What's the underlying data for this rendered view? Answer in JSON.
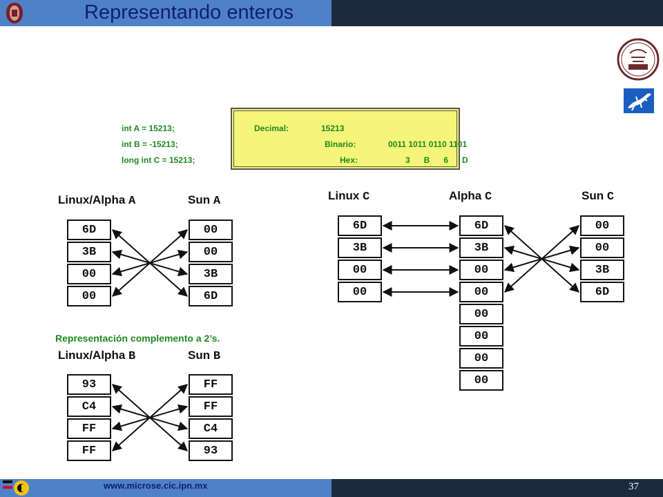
{
  "header": {
    "title": "Representando enteros"
  },
  "code": {
    "line_a": "int A = 15213;",
    "line_b": "int B = -15213;",
    "line_c": "long int C = 15213;"
  },
  "box": {
    "decimal_label": "Decimal:",
    "decimal_value": "15213",
    "binary_label": "Binario:",
    "binary_value": "0011 1011 0110 1101",
    "hex_label": "Hex:",
    "hex_value": "3      B      6      D"
  },
  "labels": {
    "linux_alpha_a": "Linux/Alpha",
    "var_a": "A",
    "sun_a": "Sun",
    "var_a2": "A",
    "linux_alpha_b": "Linux/Alpha",
    "var_b": "B",
    "sun_b": "Sun",
    "var_b2": "B",
    "linux_c": "Linux",
    "var_c1": "C",
    "alpha_c": "Alpha",
    "var_c2": "C",
    "sun_c": "Sun",
    "var_c3": "C"
  },
  "memory": {
    "linux_alpha_a": [
      "6D",
      "3B",
      "00",
      "00"
    ],
    "sun_a": [
      "00",
      "00",
      "3B",
      "6D"
    ],
    "linux_alpha_b": [
      "93",
      "C4",
      "FF",
      "FF"
    ],
    "sun_b": [
      "FF",
      "FF",
      "C4",
      "93"
    ],
    "linux_c": [
      "6D",
      "3B",
      "00",
      "00"
    ],
    "alpha_c": [
      "6D",
      "3B",
      "00",
      "00",
      "00",
      "00",
      "00",
      "00"
    ],
    "sun_c": [
      "00",
      "00",
      "3B",
      "6D"
    ]
  },
  "note": "Representación complemento a 2’s.",
  "footer": {
    "url": "www.microse.cic.ipn.mx",
    "page": "37"
  },
  "colors": {
    "header_blue": "#4f81c8",
    "header_dark": "#1c2a3f",
    "code_green": "#1e8a1e",
    "box_yellow": "#f5f57a"
  }
}
